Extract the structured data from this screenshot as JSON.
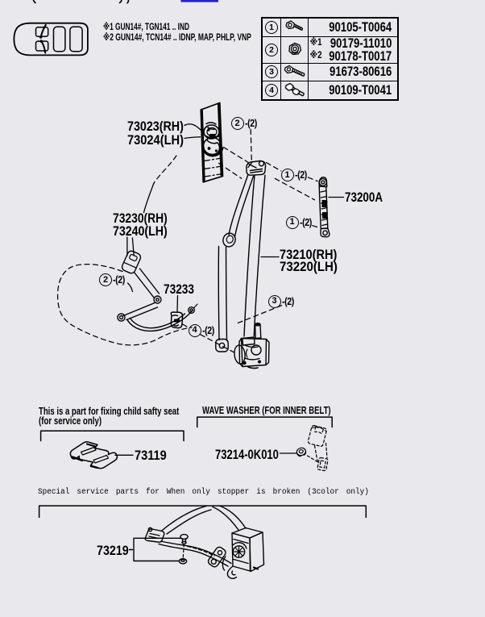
{
  "page": {
    "background": "#e9e9ed",
    "line_color": "#000000",
    "clipped_header": {
      "link_underline_color": "#2222cc"
    }
  },
  "notes": {
    "note1": "※1 GUN14#, TGN141 .. IND",
    "note2": "※2 GUN14#, TCN14# .. IDNP, MAP, PHLP, VNP"
  },
  "fastener_table": {
    "rows": [
      {
        "num": "1",
        "icon": "flange-bolt-icon",
        "parts": [
          {
            "marker": "",
            "number": "90105-T0064"
          }
        ]
      },
      {
        "num": "2",
        "icon": "flange-nut-icon",
        "parts": [
          {
            "marker": "※1",
            "number": "90179-11010"
          },
          {
            "marker": "※2",
            "number": "90178-T0017"
          }
        ]
      },
      {
        "num": "3",
        "icon": "long-bolt-icon",
        "parts": [
          {
            "marker": "",
            "number": "91673-80616"
          }
        ]
      },
      {
        "num": "4",
        "icon": "washer-bolt-icon",
        "parts": [
          {
            "marker": "",
            "number": "90109-T0041"
          }
        ]
      }
    ]
  },
  "labels": {
    "retractor_rh": "73023(RH)",
    "retractor_lh": "73024(LH)",
    "inner_belt_rh": "73230(RH)",
    "inner_belt_lh": "73240(LH)",
    "clip": "73233",
    "adjuster": "73200A",
    "outer_belt_rh": "73210(RH)",
    "outer_belt_lh": "73220(LH)",
    "child_anchor": "73119",
    "wave_washer": "73214-0K010",
    "stopper": "73219"
  },
  "annotations": [
    {
      "num": "2",
      "suffix": "-(2)"
    },
    {
      "num": "1",
      "suffix": "-(2)"
    },
    {
      "num": "1",
      "suffix": "-(2)"
    },
    {
      "num": "2",
      "suffix": "-(2)"
    },
    {
      "num": "3",
      "suffix": "-(2)"
    },
    {
      "num": "4",
      "suffix": "-(2)"
    }
  ],
  "sections": {
    "child_seat": {
      "line1": "This is a part for fixing child safty seat",
      "line2": "(for service only)"
    },
    "wave_washer": {
      "title": "WAVE WASHER (FOR INNER BELT)"
    },
    "special": {
      "title": "Special service parts for When only stopper is broken (3color only)"
    }
  }
}
